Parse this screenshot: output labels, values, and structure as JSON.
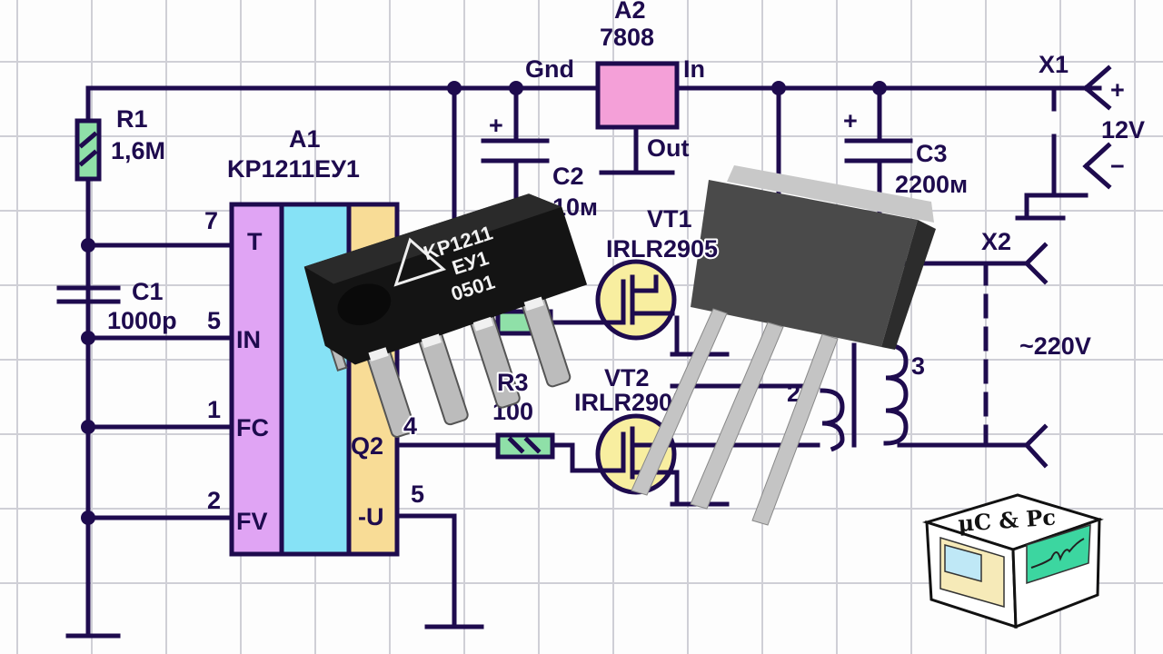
{
  "colors": {
    "wire": "#1e0b4e",
    "grid": "#cfcfd6",
    "resistor": "#8fe0a8",
    "regulator": "#f4a0d8",
    "ic_left": "#e0a4f4",
    "ic_mid": "#86e2f6",
    "ic_right": "#f8dc96",
    "mosfet": "#f8eea0"
  },
  "regulator": {
    "ref": "A2",
    "part": "7808",
    "pin_gnd": "Gnd",
    "pin_in": "In",
    "pin_out": "Out"
  },
  "r1": {
    "ref": "R1",
    "value": "1,6M"
  },
  "c1": {
    "ref": "C1",
    "value": "1000p"
  },
  "c2": {
    "ref": "C2",
    "value": "10м",
    "polarity": "+"
  },
  "c3": {
    "ref": "C3",
    "value": "2200м",
    "polarity": "+"
  },
  "r3": {
    "ref": "R3",
    "value": "100"
  },
  "ic": {
    "ref": "A1",
    "part": "KP1211EУ1",
    "left_pins": [
      {
        "num": "7",
        "name": "T"
      },
      {
        "num": "5",
        "name": "IN"
      },
      {
        "num": "1",
        "name": "FC"
      },
      {
        "num": "2",
        "name": "FV"
      }
    ],
    "right_pins": [
      {
        "num": "4",
        "name": "Q2"
      },
      {
        "num": "5",
        "name": "-U"
      }
    ]
  },
  "vt1": {
    "ref": "VT1",
    "part": "IRLR2905"
  },
  "vt2": {
    "ref": "VT2",
    "part": "IRLR2905"
  },
  "x1": {
    "ref": "X1",
    "plus": "+",
    "minus": "−",
    "voltage": "12V"
  },
  "x2": {
    "ref": "X2",
    "voltage": "~220V"
  },
  "transformer": {
    "winding_primary": "2",
    "winding_secondary": "3"
  },
  "chip_photo": {
    "line1": "KP1211",
    "line2": "EУ1",
    "line3": "0501"
  },
  "logo": {
    "text": "μC & Pc"
  }
}
